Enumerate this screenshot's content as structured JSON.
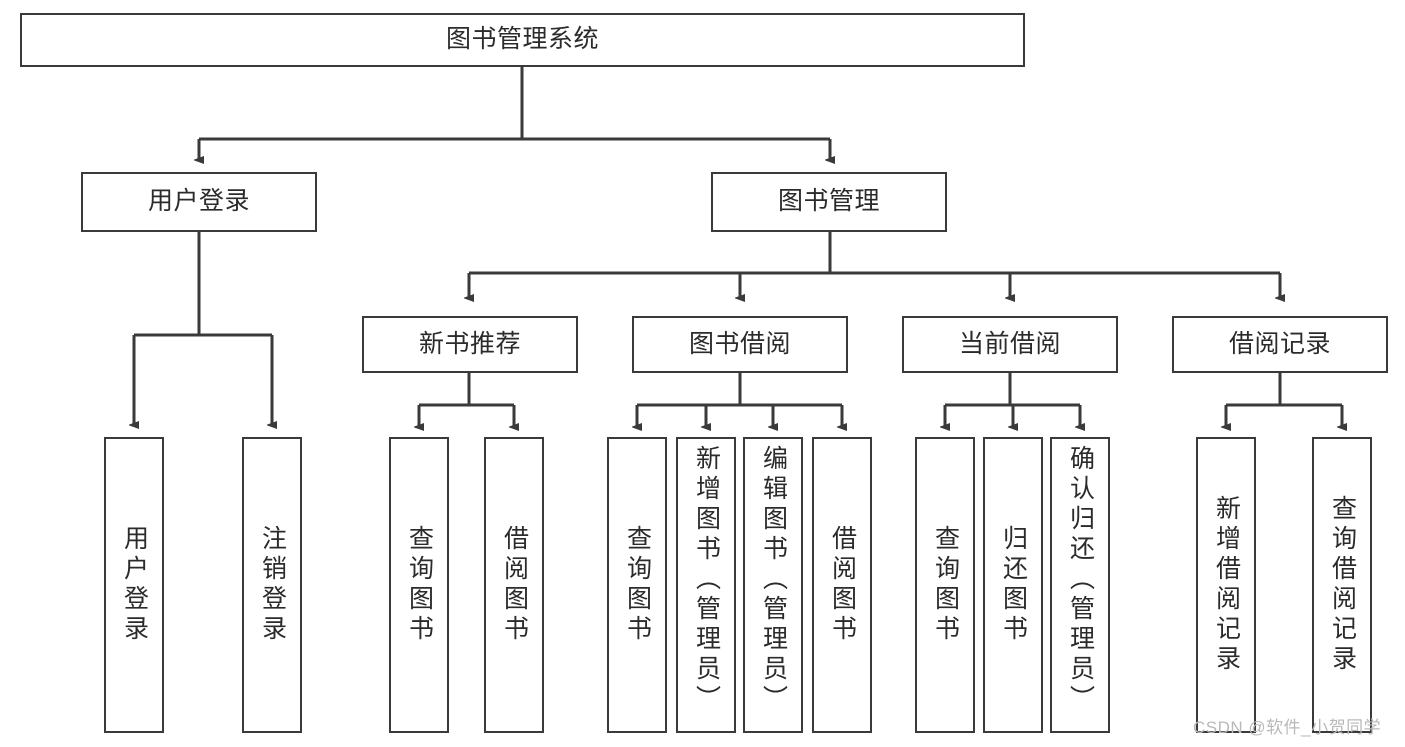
{
  "diagram": {
    "title": "图书管理系统",
    "type": "tree-hierarchy-diagram",
    "root": {
      "label": "图书管理系统"
    },
    "level2": [
      {
        "label": "用户登录"
      },
      {
        "label": "图书管理"
      }
    ],
    "level3": [
      {
        "label": "新书推荐"
      },
      {
        "label": "图书借阅"
      },
      {
        "label": "当前借阅"
      },
      {
        "label": "借阅记录"
      }
    ],
    "leaves": {
      "user_login": [
        {
          "label": "用户登录"
        },
        {
          "label": "注销登录"
        }
      ],
      "new_book_recommend": [
        {
          "label": "查询图书"
        },
        {
          "label": "借阅图书"
        }
      ],
      "book_borrow": [
        {
          "label": "查询图书"
        },
        {
          "label": "新增图书（管理员）"
        },
        {
          "label": "编辑图书（管理员）"
        },
        {
          "label": "借阅图书"
        }
      ],
      "current_borrow": [
        {
          "label": "查询图书"
        },
        {
          "label": "归还图书"
        },
        {
          "label": "确认归还（管理员）"
        }
      ],
      "borrow_record": [
        {
          "label": "新增借阅记录"
        },
        {
          "label": "查询借阅记录"
        }
      ]
    },
    "watermark": "CSDN @软件_小贺同学",
    "colors": {
      "stroke": "#3a3a3a",
      "fill": "#ffffff",
      "text": "#2b2b2b",
      "watermark": "#b9b9b9"
    }
  }
}
